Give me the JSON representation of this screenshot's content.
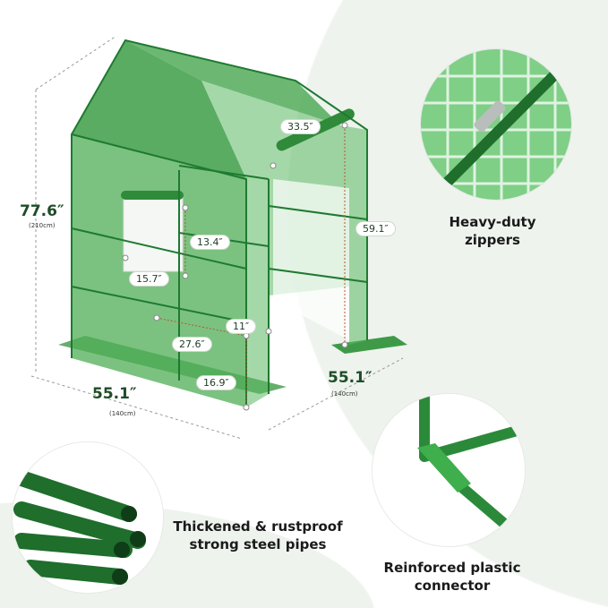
{
  "dimensions": {
    "height": {
      "inch": "77.6″",
      "cm": "(210cm)"
    },
    "width_front": {
      "inch": "55.1″",
      "cm": "(140cm)"
    },
    "width_side": {
      "inch": "55.1″",
      "cm": "(140cm)"
    },
    "door_width": "33.5″",
    "door_height": "59.1″",
    "window_height": "13.4″",
    "window_width": "15.7″",
    "shelf_depth": "11″",
    "shelf_length": "27.6″",
    "shelf_gap": "16.9″"
  },
  "features": [
    {
      "label": "Heavy-duty zippers",
      "icon": "zipper-closeup"
    },
    {
      "label": "Thickened & rustproof strong steel pipes",
      "icon": "steel-pipes"
    },
    {
      "label": "Reinforced plastic connector",
      "icon": "plastic-connector"
    }
  ],
  "colors": {
    "cover": "#3f9a48",
    "frame": "#1e7a30",
    "text": "#1f4d28",
    "background": "#eef3ee"
  }
}
